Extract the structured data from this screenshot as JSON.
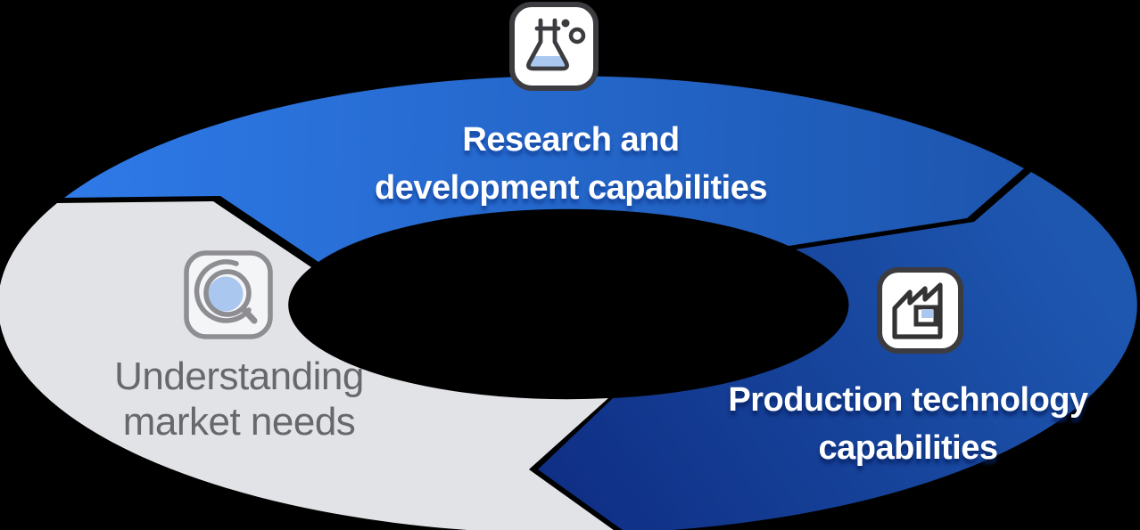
{
  "background": "#000000",
  "cycle": {
    "type": "cycle-diagram",
    "direction": "clockwise",
    "segments": [
      {
        "id": "research-development",
        "line1": "Research and",
        "line2": "development capabilities",
        "icon": "flask-icon",
        "color_start": "#2e7ae8",
        "color_end": "#1c55ae",
        "text_color": "#ffffff"
      },
      {
        "id": "production-technology",
        "line1": "Production technology",
        "line2": "capabilities",
        "icon": "factory-icon",
        "color_start": "#1e57b0",
        "color_end": "#0f2f85",
        "text_color": "#ffffff"
      },
      {
        "id": "understanding-market",
        "line1": "Understanding",
        "line2": "market needs",
        "icon": "magnifier-icon",
        "fill": "#e2e3e7",
        "text_color": "#67686b"
      }
    ],
    "icon_accent_color": "#aac7f0",
    "icon_dark_stroke": "#3c3c40",
    "icon_gray_stroke": "#8d8d92"
  }
}
